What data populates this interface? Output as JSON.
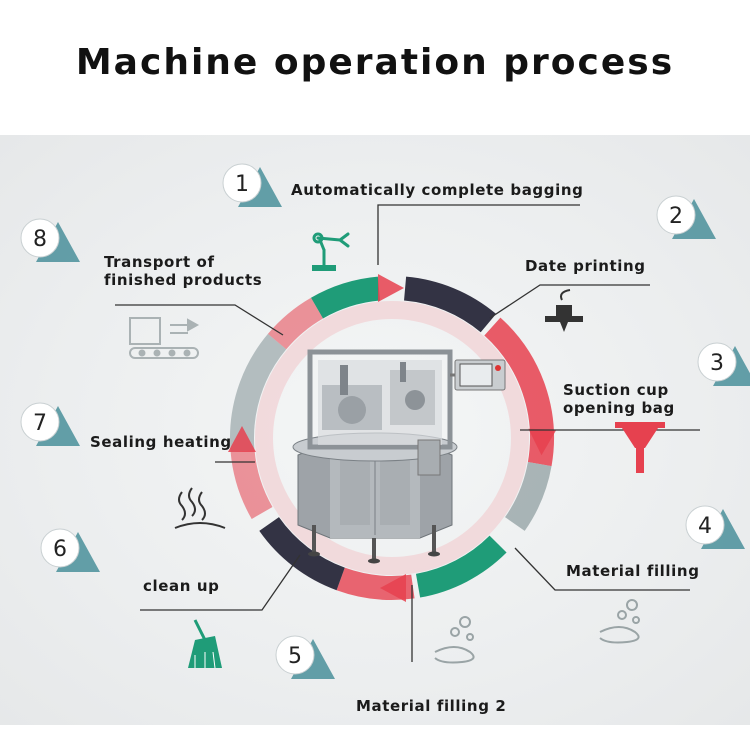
{
  "title": "Machine operation process",
  "steps": [
    {
      "number": "1",
      "label": "Automatically complete bagging"
    },
    {
      "number": "2",
      "label": "Date printing"
    },
    {
      "number": "3",
      "label_line1": "Suction cup",
      "label_line2": "opening bag"
    },
    {
      "number": "4",
      "label": "Material filling"
    },
    {
      "number": "5",
      "label": "Material filling 2"
    },
    {
      "number": "6",
      "label": "clean up"
    },
    {
      "number": "7",
      "label": "Sealing heating"
    },
    {
      "number": "8",
      "label_line1": "Transport of",
      "label_line2": "finished products"
    }
  ],
  "colors": {
    "green": "#1f9c78",
    "dark": "#333344",
    "red": "#e6414f",
    "gray": "#8a9a9c",
    "badge_fill": "#ffffff",
    "badge_triangle": "#4a8f9a",
    "icon_green": "#1f9c78",
    "icon_dark": "#333333",
    "icon_red": "#e6414f",
    "icon_gray": "#a0a8aa"
  },
  "icons": {
    "step1": "robot-arm-icon",
    "step2": "printer-head-icon",
    "step3": "suction-cup-icon",
    "step4": "falling-particles-icon",
    "step5": "falling-particles-icon",
    "step6": "broom-icon",
    "step7": "heat-waves-icon",
    "step8": "conveyor-icon"
  }
}
